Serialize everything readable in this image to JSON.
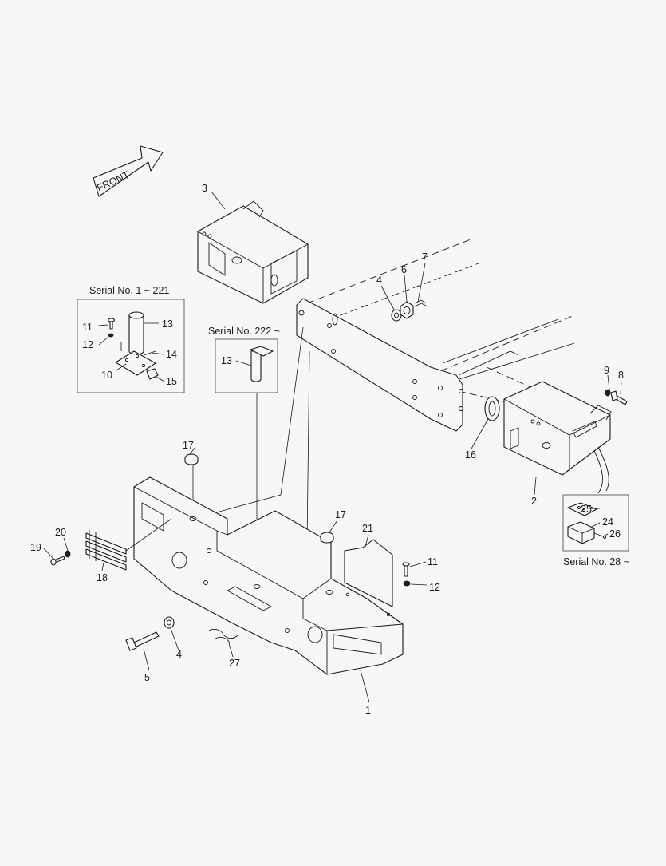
{
  "front_arrow": {
    "label": "FRONT"
  },
  "insets": {
    "serial_1_221": {
      "title": "Serial No. 1 ~ 221"
    },
    "serial_222": {
      "title": "Serial No. 222 ~"
    },
    "serial_28": {
      "title": "Serial No. 28 ~"
    }
  },
  "callouts": {
    "c1": "1",
    "c2": "2",
    "c3": "3",
    "c4a": "4",
    "c4b": "4",
    "c5": "5",
    "c6": "6",
    "c7": "7",
    "c8": "8",
    "c9": "9",
    "c10": "10",
    "c11a": "11",
    "c11b": "11",
    "c12a": "12",
    "c12b": "12",
    "c13a": "13",
    "c13b": "13",
    "c14": "14",
    "c15": "15",
    "c16": "16",
    "c17a": "17",
    "c17b": "17",
    "c18": "18",
    "c19": "19",
    "c20": "20",
    "c21": "21",
    "c24": "24",
    "c25": "25",
    "c26": "26",
    "c27": "27"
  }
}
